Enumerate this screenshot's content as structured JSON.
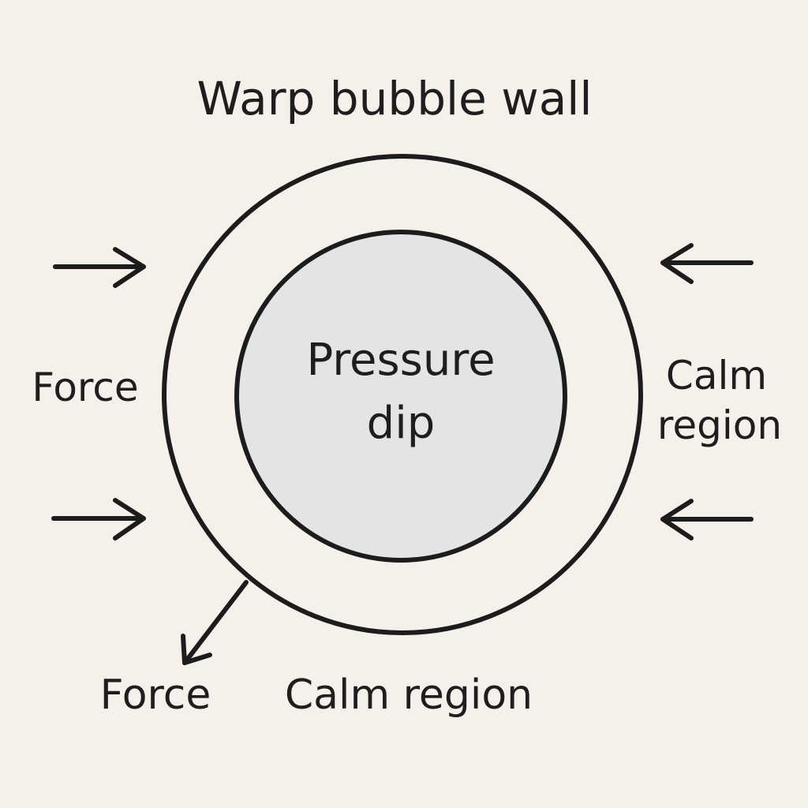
{
  "diagram": {
    "title": "Warp bubble wall",
    "center_label_line1": "Pressure",
    "center_label_line2": "dip",
    "left_label": "Force",
    "right_label_line1": "Calm",
    "right_label_line2": "region",
    "bottom_left_label": "Force",
    "bottom_label": "Calm region"
  },
  "colors": {
    "background": "#f5f0ea",
    "ink": "#1c1c1c",
    "inner_fill": "#e3e5e4"
  }
}
